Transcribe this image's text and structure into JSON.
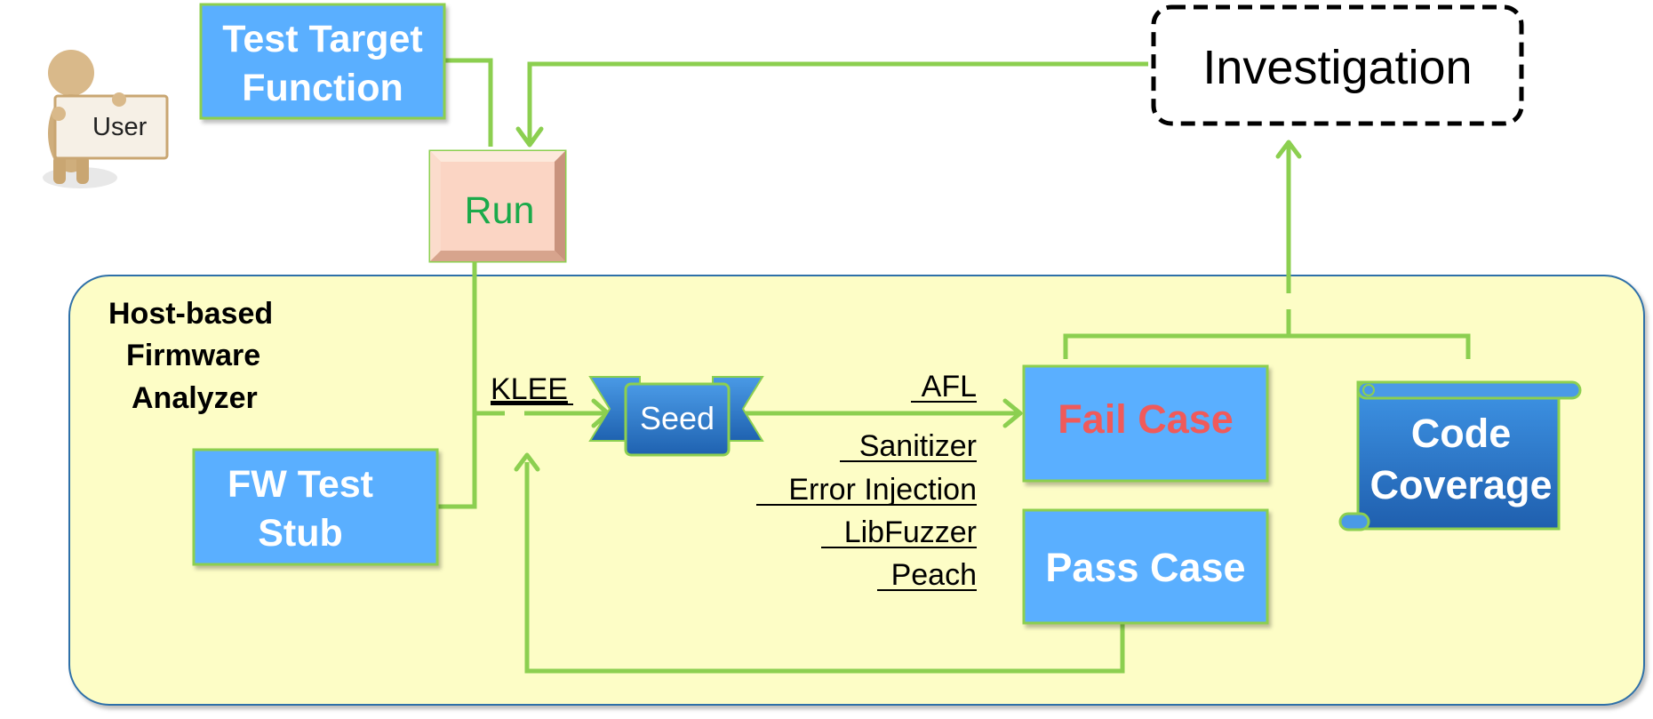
{
  "user": {
    "label": "User"
  },
  "nodes": {
    "test_target": {
      "line1": "Test Target",
      "line2": "Function"
    },
    "run": {
      "label": "Run"
    },
    "investigation": {
      "label": "Investigation"
    },
    "analyzer": {
      "line1": "Host-based",
      "line2": "Firmware",
      "line3": "Analyzer"
    },
    "fw_stub": {
      "line1": "FW Test",
      "line2": "Stub"
    },
    "seed": {
      "label": "Seed"
    },
    "fail_case": {
      "label": "Fail Case"
    },
    "pass_case": {
      "label": "Pass Case"
    },
    "code_coverage": {
      "line1": "Code",
      "line2": "Coverage"
    }
  },
  "tools": {
    "klee": "KLEE",
    "afl": "AFL",
    "sanitizer": "Sanitizer",
    "error_injection": "Error Injection",
    "libfuzzer": "LibFuzzer",
    "peach": "Peach"
  },
  "colors": {
    "box_fill": "#5aafff",
    "connector": "#8ccf50",
    "analyzer_fill": "#fdfdc6",
    "fail_text": "#f05a5a",
    "run_text": "#1aaa4a",
    "seed_fill": "#2f7fd0"
  }
}
